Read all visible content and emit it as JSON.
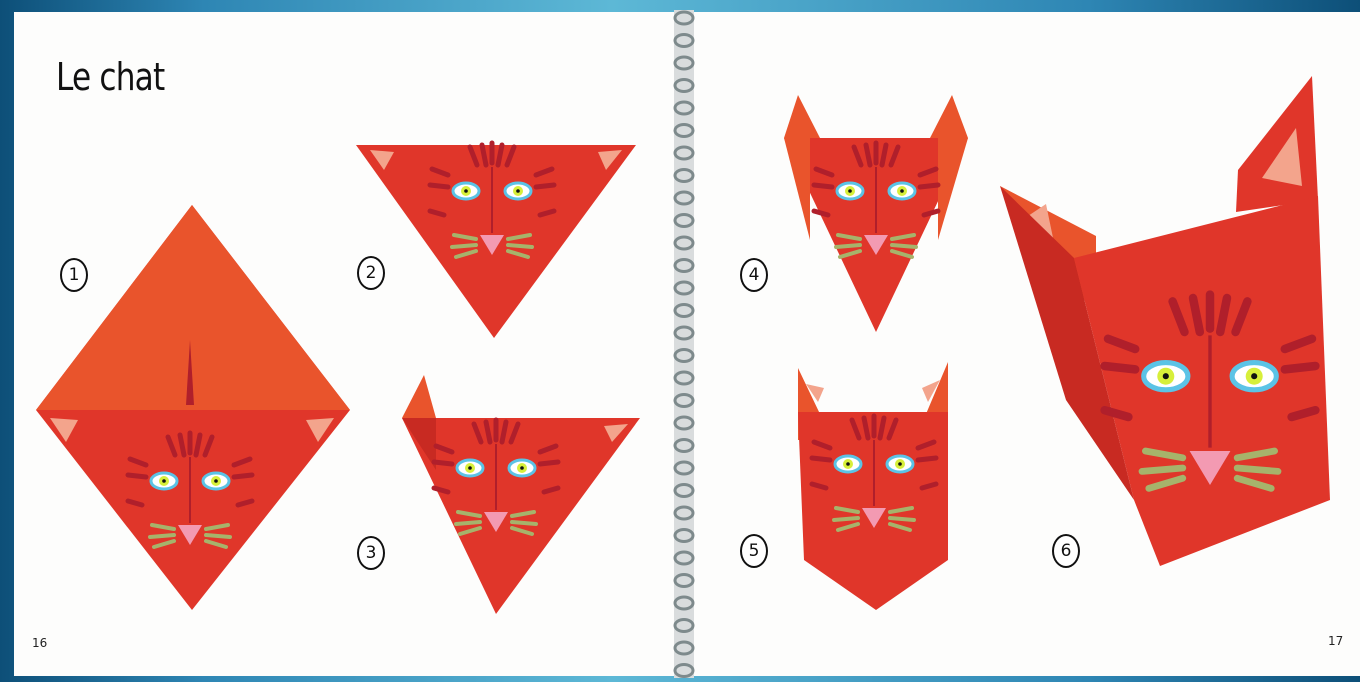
{
  "spread": {
    "title": "Le chat",
    "steps": [
      "1",
      "2",
      "3",
      "4",
      "5",
      "6"
    ],
    "page_left": "16",
    "page_right": "17"
  },
  "colors": {
    "paper_red": "#e0362a",
    "flap_orange": "#e95a2e",
    "stripe": "#b01f2b",
    "eye": "#d7ef3a",
    "eye_ring": "#5bc3e6",
    "nose": "#f39ab2",
    "whisker": "#a6b36b",
    "ear_inner": "#f3a48c"
  }
}
